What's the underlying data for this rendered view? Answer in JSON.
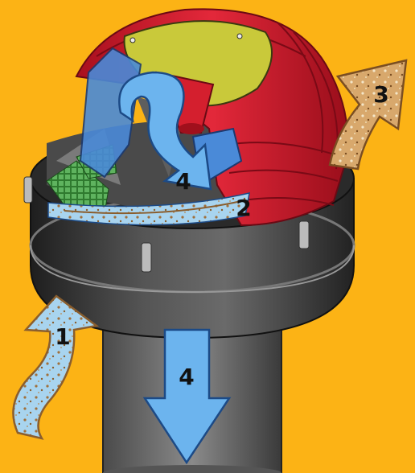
{
  "labels": {
    "intake": "1",
    "swirl": "2",
    "exhaust": "3",
    "airflow_top": "4",
    "airflow_bottom": "4"
  },
  "colors": {
    "background": "#fcb315",
    "housing_red": "#d41f2e",
    "cap_yellow_green": "#c9c93a",
    "body_dark": "#3a3a3a",
    "outlet_pipe": "#6e6e6e",
    "clean_air_blue": "#5aa8e8",
    "dirty_air_tan": "#c9965e",
    "filter_green": "#3a8a3a"
  }
}
